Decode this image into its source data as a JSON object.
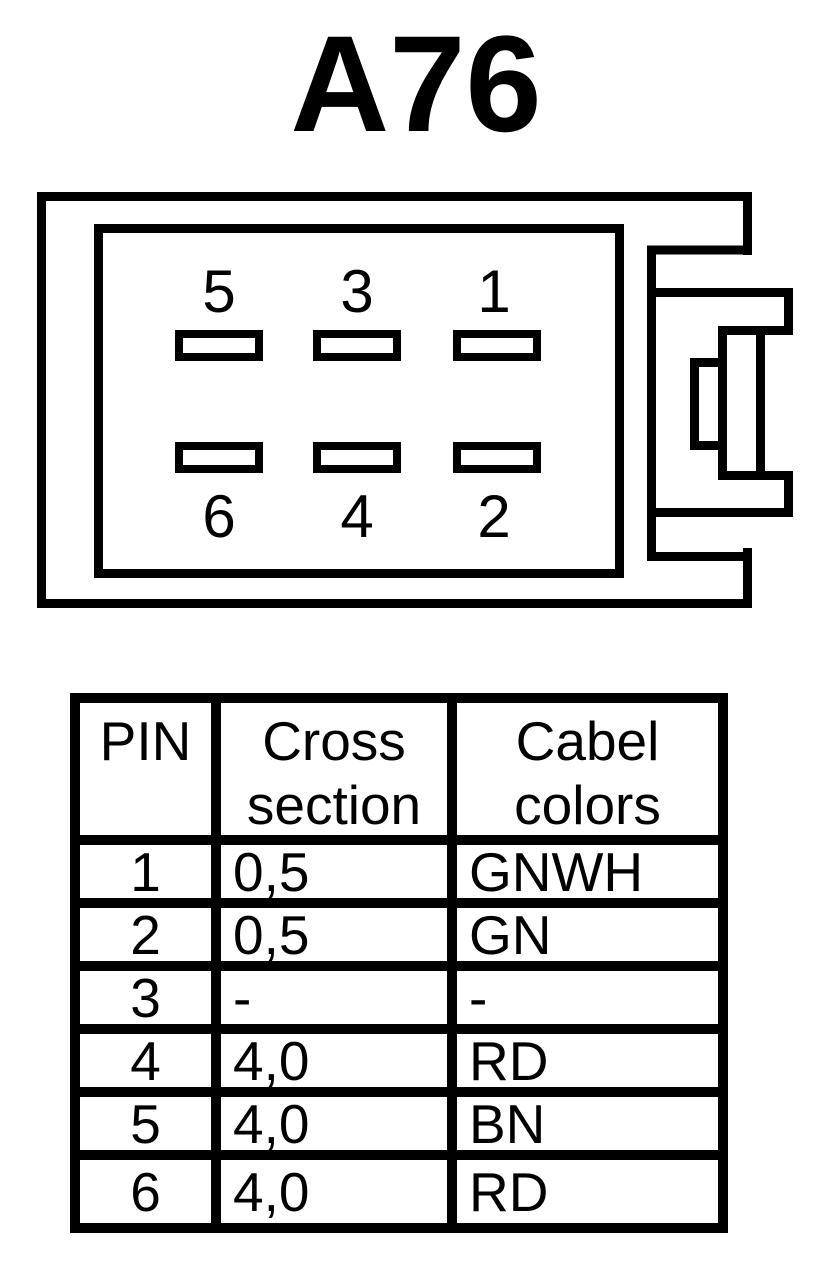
{
  "title": "A76",
  "colors": {
    "ink": "#000000",
    "background": "#ffffff"
  },
  "connector": {
    "pin_labels_top": [
      "5",
      "3",
      "1"
    ],
    "pin_labels_bottom": [
      "6",
      "4",
      "2"
    ],
    "pin_count": 6
  },
  "table": {
    "headers": [
      "PIN",
      "Cross section",
      "Cabel colors"
    ],
    "rows": [
      [
        "1",
        "0,5",
        "GNWH"
      ],
      [
        "2",
        "0,5",
        "GN"
      ],
      [
        "3",
        "-",
        "-"
      ],
      [
        "4",
        "4,0",
        "RD"
      ],
      [
        "5",
        "4,0",
        "BN"
      ],
      [
        "6",
        "4,0",
        "RD"
      ]
    ]
  }
}
